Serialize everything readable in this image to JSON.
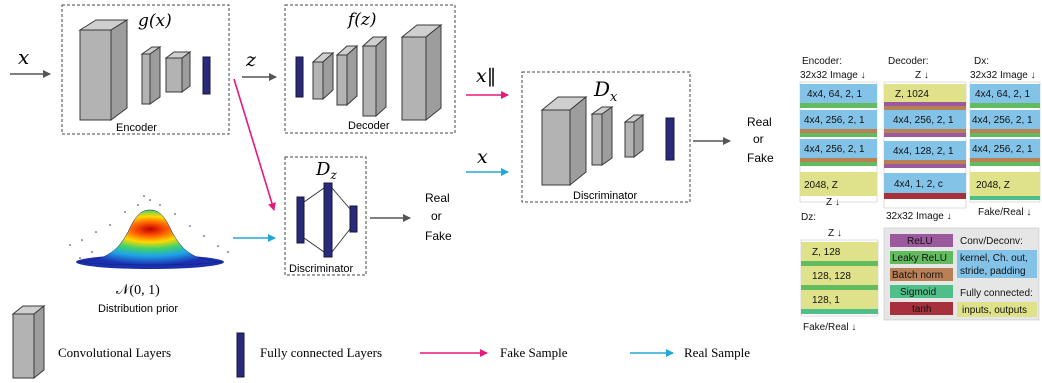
{
  "diagram": {
    "input_x": "x",
    "latent_z": "z",
    "encoder_func": "g(x)",
    "encoder_label": "Encoder",
    "decoder_func": "f(z)",
    "decoder_label": "Decoder",
    "x_recon": "x‖",
    "x_real": "x",
    "dx_title": "D",
    "dx_sub": "x",
    "dx_label": "Discriminator",
    "dz_title": "D",
    "dz_sub": "z",
    "dz_label": "Discriminator",
    "real_or_fake": [
      "Real",
      "or",
      "Fake"
    ],
    "prior_formula": "𝒩(0, 1)",
    "prior_label": "Distribution prior"
  },
  "legend": {
    "conv": "Convolutional Layers",
    "fc": "Fully connected Layers",
    "fake": "Fake Sample",
    "real": "Real Sample"
  },
  "colors": {
    "relu": "#9b5a9e",
    "leaky": "#63bb60",
    "batch": "#b98056",
    "sigmoid": "#4fbf8a",
    "tanh": "#a6303c",
    "conv": "#83c3e8",
    "fc": "#dfe28a",
    "pink": "#e6197f",
    "blue": "#22a7d9"
  },
  "tables": {
    "encoder": {
      "title": "Encoder:",
      "top": "32x32 Image ↓",
      "rows": [
        "4x4, 64, 2, 1",
        "4x4, 256, 2, 1",
        "4x4, 256, 2, 1",
        "2048, Z"
      ],
      "bottom": "Z ↓"
    },
    "decoder": {
      "title": "Decoder:",
      "top": "Z ↓",
      "rows": [
        "Z, 1024",
        "4x4, 256, 2, 1",
        "4x4, 128, 2, 1",
        "4x4, 1, 2, c"
      ],
      "bottom": "32x32 Image ↓"
    },
    "dx": {
      "title": "Dx:",
      "top": "32x32 Image ↓",
      "rows": [
        "4x4, 64, 2, 1",
        "4x4, 256, 2, 1",
        "4x4, 256, 2, 1",
        "2048, Z"
      ],
      "bottom": "Fake/Real ↓"
    },
    "dz": {
      "title": "Dz:",
      "top": "Z ↓",
      "rows": [
        "Z, 128",
        "128, 128",
        "128, 1"
      ],
      "bottom": "Fake/Real ↓"
    },
    "key": {
      "activations": [
        "ReLU",
        "Leaky ReLU",
        "Batch norm",
        "Sigmoid",
        "tanh"
      ],
      "conv_title": "Conv/Deconv:",
      "conv_desc": [
        "kernel, Ch. out,",
        "stride, padding"
      ],
      "fc_title": "Fully connected:",
      "fc_desc": "inputs, outputs"
    }
  }
}
